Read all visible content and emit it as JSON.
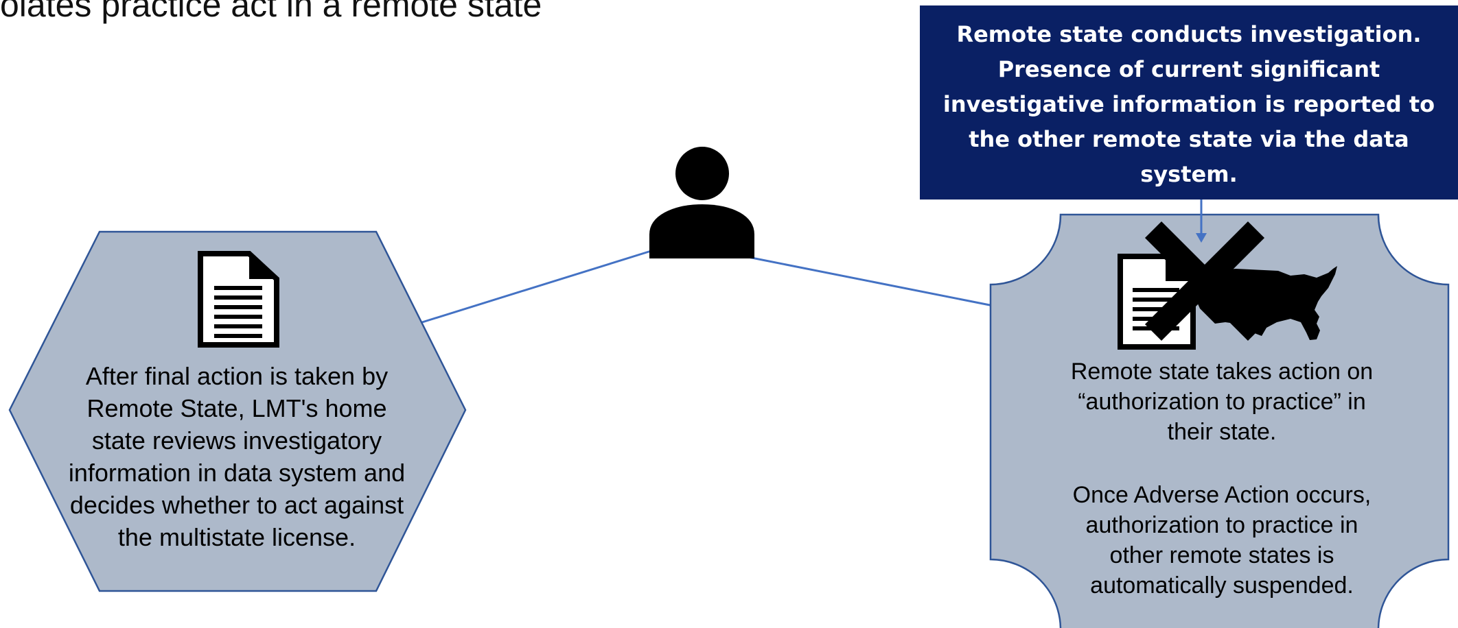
{
  "header": {
    "title": "olates practice act in a remote state"
  },
  "home_state": {
    "text": "After final action is taken by Remote State, LMT's home state reviews investigatory information in data system and decides whether to act against the multistate license."
  },
  "callout": {
    "text": "Remote state conducts investigation. Presence of current significant investigative information is reported to the other remote state via the data system."
  },
  "remote_state": {
    "text_action": "Remote state takes action on “authorization to practice” in their state.",
    "text_adverse": "Once Adverse Action occurs, authorization to practice in other remote states is automatically suspended."
  },
  "icons": [
    "person-icon",
    "document-icon",
    "document-icon",
    "united-states-map-icon",
    "cross-mark-icon"
  ],
  "colors": {
    "shape_fill": "#adb9ca",
    "shape_stroke": "#2f5597",
    "connector": "#4472c4",
    "callout_bg": "#0a2064"
  }
}
